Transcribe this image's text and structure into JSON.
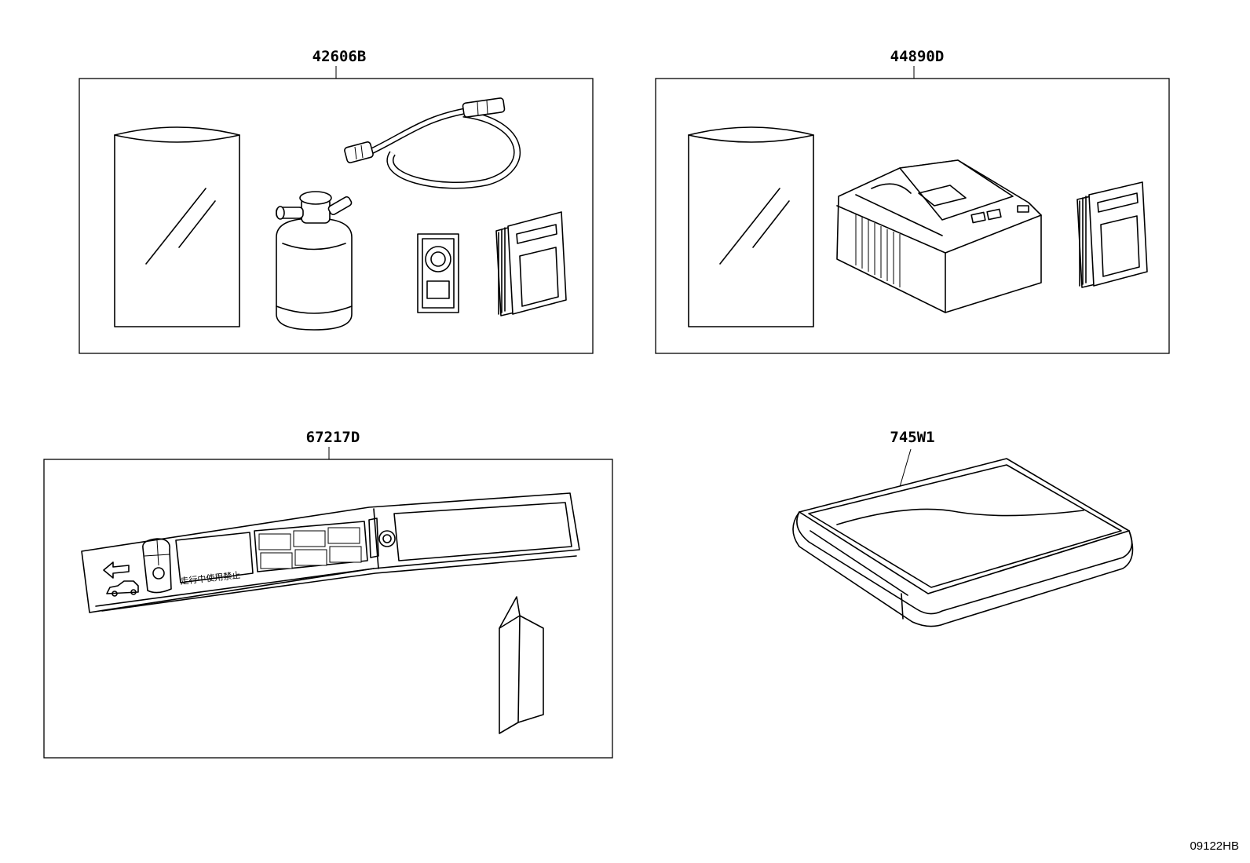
{
  "groups": [
    {
      "part_number": "42606B"
    },
    {
      "part_number": "44890D"
    },
    {
      "part_number": "67217D"
    },
    {
      "part_number": "745W1"
    }
  ],
  "label_text": "走行中使用禁止",
  "figure_code": "09122HB"
}
